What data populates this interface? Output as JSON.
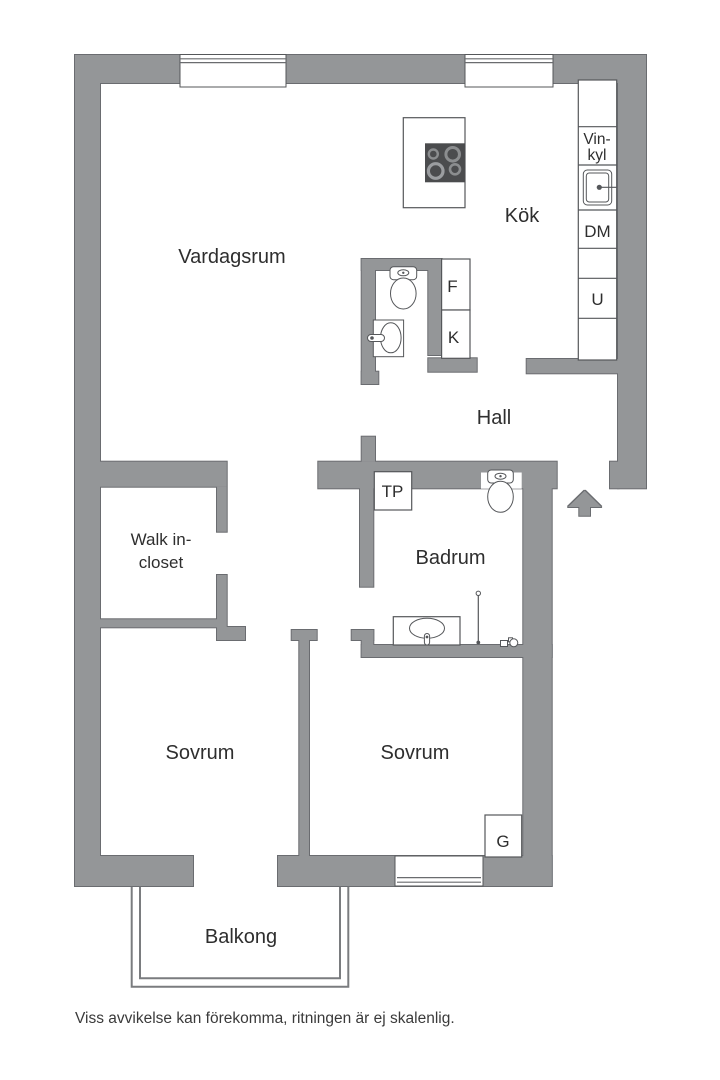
{
  "document": {
    "type": "apartment-floor-plan"
  },
  "rooms": {
    "vardagsrum": "Vardagsrum",
    "kok": "Kök",
    "hall": "Hall",
    "walk_in_closet_line1": "Walk in-",
    "walk_in_closet_line2": "closet",
    "badrum": "Badrum",
    "sovrum_left": "Sovrum",
    "sovrum_right": "Sovrum",
    "balkong": "Balkong"
  },
  "fixtures": {
    "vinkyl_line1": "Vin-",
    "vinkyl_line2": "kyl",
    "diskmaskin": "DM",
    "ugn": "U",
    "frys": "F",
    "kyl": "K",
    "torkpelare": "TP",
    "garderob": "G"
  },
  "footer": {
    "disclaimer": "Viss avvikelse kan förekomma, ritningen är ej skalenlig."
  },
  "colors": {
    "wall": "#949698",
    "wall_outline": "#6a6c6f",
    "fixture_outline": "#55575a",
    "stove": "#4b4c4e",
    "burner_ring": "#8b8d8f",
    "text": "#2e2e2e"
  }
}
